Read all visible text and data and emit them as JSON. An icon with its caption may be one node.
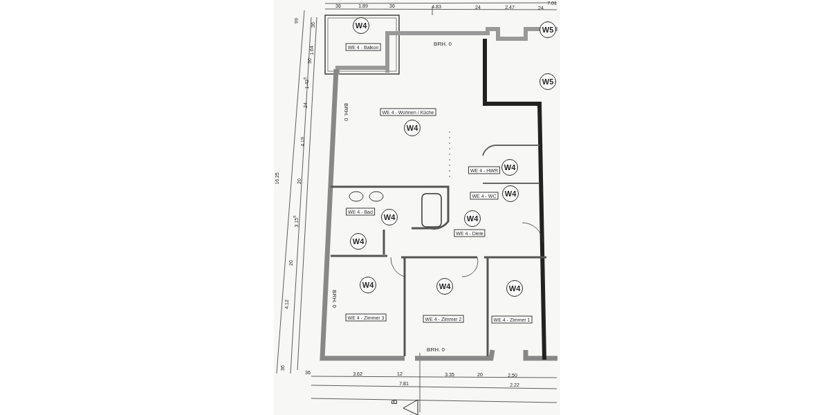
{
  "diagram": {
    "labels": [
      "7.01",
      "36",
      "1.89",
      "36",
      "4.83",
      "24",
      "2.47",
      "24",
      "W4",
      "W5",
      "99",
      "36",
      "WE 4 - Balkon",
      "1.64",
      "36",
      "BRH. 0",
      "W5",
      "1.42$^{5}$",
      "24",
      "BRH. 0",
      "WE 4 - Wohnen / Küche",
      "W4",
      "4.19",
      "W4",
      "WE 4 - HWR",
      "16.25",
      "20",
      "WE 4 - WC",
      "W4",
      "WE 4 - Bad",
      "W4",
      "W4",
      "3.15$^{5}$",
      "WE 4 - Diele",
      "W4",
      "20",
      "W4",
      "W4",
      "W4",
      "BRH. 0",
      "4.12",
      "WE 4 - Zimmer 3",
      "WE 4 - Zimmer 2",
      "WE 4 - Zimmer 1",
      "BRH. 0",
      "36",
      "36",
      "3.62",
      "12",
      "3.35",
      "20",
      "2.50",
      "7.81",
      "2.22",
      "B"
    ]
  }
}
